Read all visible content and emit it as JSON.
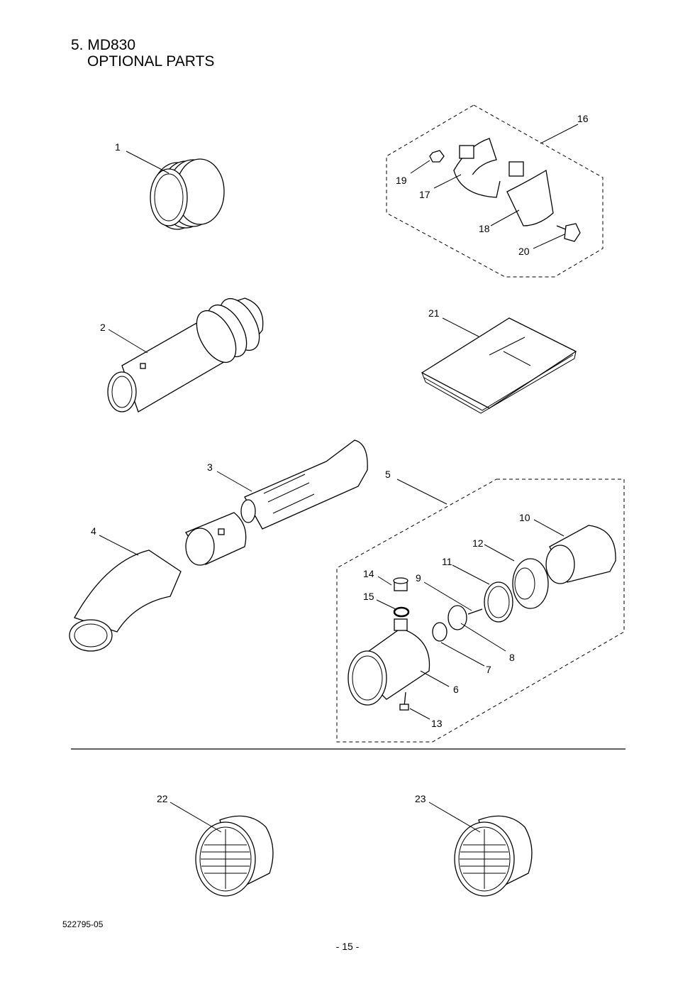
{
  "header": {
    "title_line1": "5. MD830",
    "title_line2": "OPTIONAL  PARTS"
  },
  "callouts": {
    "p1": "1",
    "p2": "2",
    "p3": "3",
    "p4": "4",
    "p5": "5",
    "p6": "6",
    "p7": "7",
    "p8": "8",
    "p9": "9",
    "p10": "10",
    "p11": "11",
    "p12": "12",
    "p13": "13",
    "p14": "14",
    "p15": "15",
    "p16": "16",
    "p17": "17",
    "p18": "18",
    "p19": "19",
    "p20": "20",
    "p21": "21",
    "p22": "22",
    "p23": "23"
  },
  "footer": {
    "doc_number": "522795-05",
    "page_number": "- 15 -"
  }
}
